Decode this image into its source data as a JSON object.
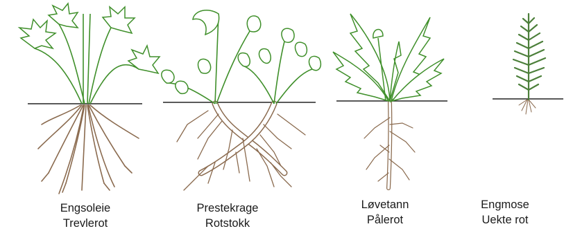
{
  "colors": {
    "leaf_fill": "#ffffff",
    "leaf_stroke": "#3f8f2a",
    "moss_green": "#4c7f3a",
    "root_brown": "#8a6a4e",
    "soil_line": "#222222",
    "text": "#1a1a1a"
  },
  "plants": [
    {
      "name": "Engsoleie",
      "root_type": "Trevlerot"
    },
    {
      "name": "Prestekrage",
      "root_type": "Rotstokk"
    },
    {
      "name": "Løvetann",
      "root_type": "Pålerot"
    },
    {
      "name": "Engmose",
      "root_type": "Uekte rot"
    }
  ]
}
